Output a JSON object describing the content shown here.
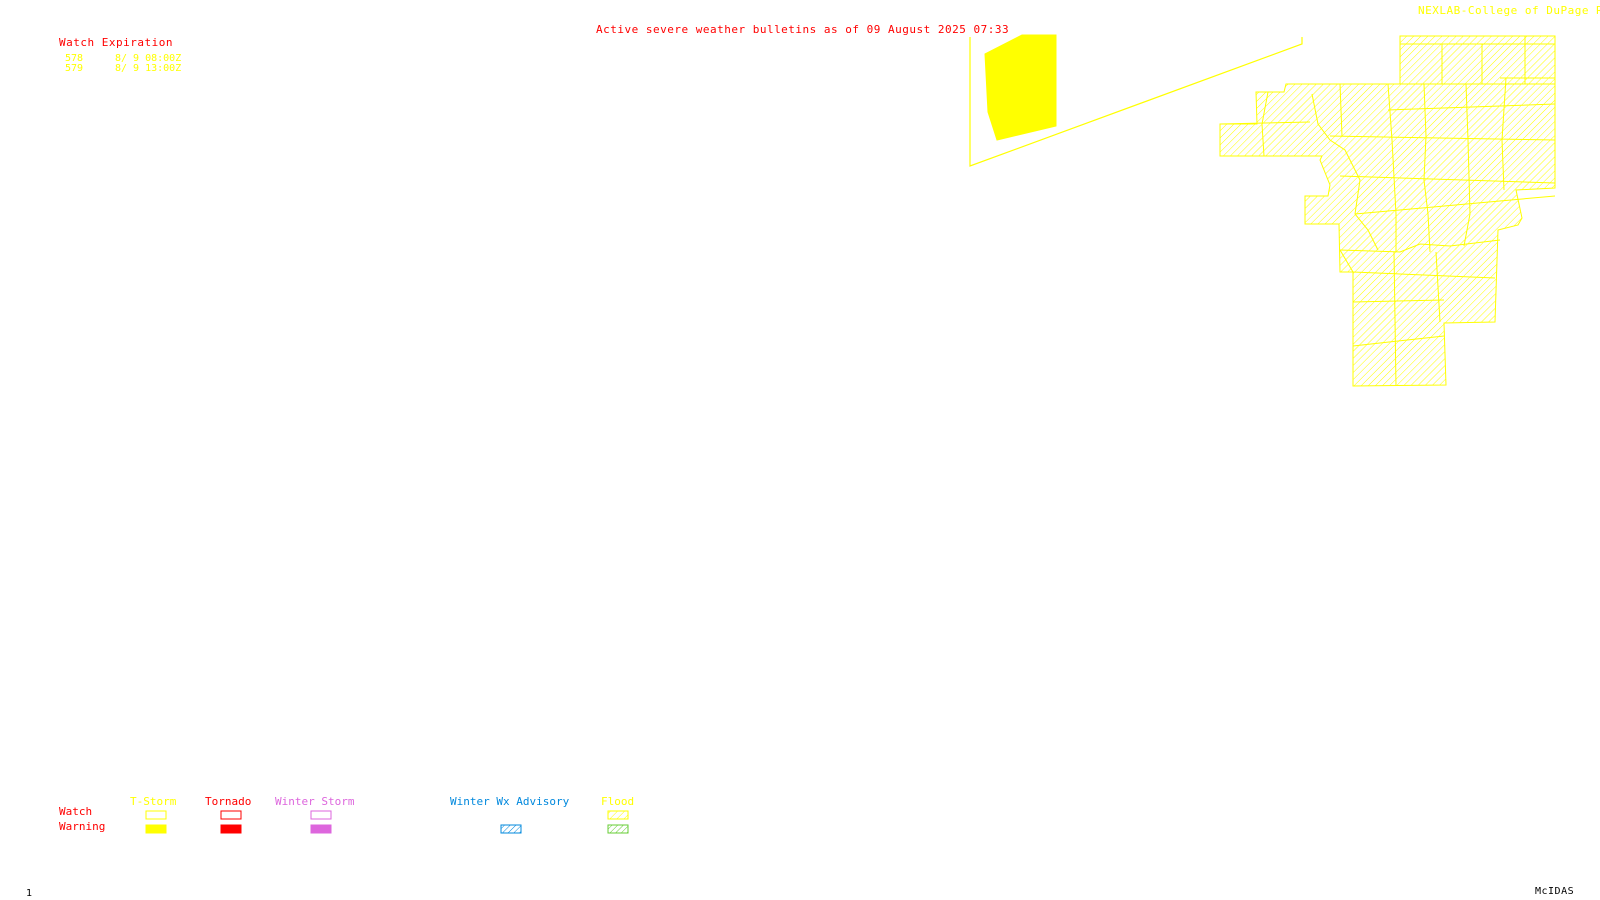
{
  "header": {
    "title": "Active severe weather bulletins as of 09 August 2025 07:33",
    "credit": "NEXLAB-College of DuPage R"
  },
  "watch_table": {
    "heading": "Watch Expiration",
    "rows": [
      {
        "number": "578",
        "expires": "8/ 9 08:00Z"
      },
      {
        "number": "579",
        "expires": "8/ 9 13:00Z"
      }
    ]
  },
  "legend": {
    "row_labels": {
      "watch": "Watch",
      "warning": "Warning"
    },
    "categories": [
      {
        "label": "T-Storm",
        "color": "#ffff00"
      },
      {
        "label": "Tornado",
        "color": "#ff0000"
      },
      {
        "label": "Winter Storm",
        "color": "#dd66dd"
      },
      {
        "label": "Winter Wx Advisory",
        "color": "#0088dd"
      },
      {
        "label": "Flood",
        "color": "#ffff00"
      }
    ]
  },
  "map": {
    "watch_area_color": "#ffff00",
    "warning_fill_color": "#ffff00"
  },
  "footer": {
    "frame_number": "1",
    "software": "McIDAS"
  }
}
